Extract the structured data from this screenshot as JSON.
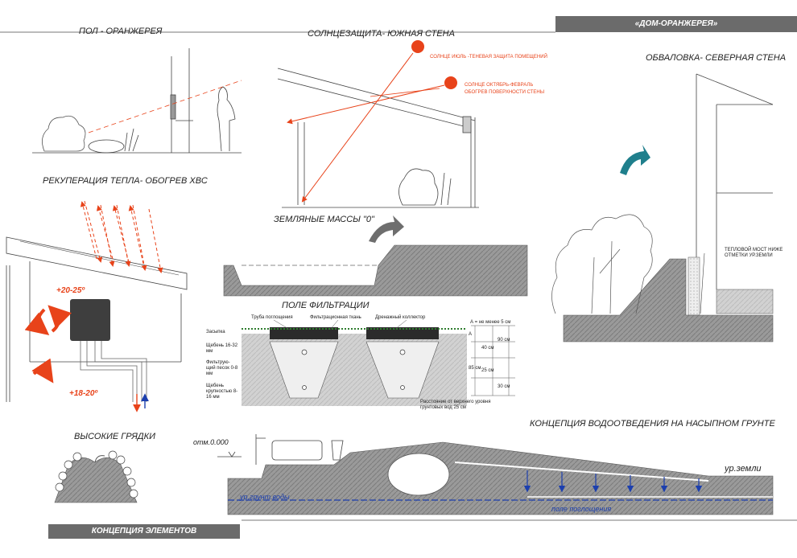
{
  "header": {
    "project_title": "«ДОМ-ОРАНЖЕРЕЯ»"
  },
  "footer": {
    "title": "КОНЦЕПЦИЯ ЭЛЕМЕНТОВ"
  },
  "sections": {
    "floor_greenhouse": "ПОЛ - ОРАНЖЕРЕЯ",
    "sun_protection": "СОЛНЦЕЗАЩИТА- ЮЖНАЯ СТЕНА",
    "berm": "ОБВАЛОВКА- СЕВЕРНАЯ СТЕНА",
    "heat_recovery": "РЕКУПЕРАЦИЯ ТЕПЛА- ОБОГРЕВ ХВС",
    "earth_masses": "ЗЕМЛЯНЫЕ МАССЫ \"0\"",
    "filtration_field": "ПОЛЕ ФИЛЬТРАЦИИ",
    "raised_beds": "ВЫСОКИЕ ГРЯДКИ",
    "drainage_concept": "КОНЦЕПЦИЯ ВОДООТВЕДЕНИЯ НА НАСЫПНОМ ГРУНТЕ"
  },
  "sun": {
    "summer_label": "СОЛНЦЕ  ИЮЛЬ -ТЕНЕВАЯ ЗАЩИТА ПОМЕЩЕНИЙ",
    "winter_label_line1": "СОЛНЦЕ  ОКТЯБРЬ-ФЕВРАЛЬ",
    "winter_label_line2": "ОБОГРЕВ ПОВЕРХНОСТИ СТЕНЫ",
    "color": "#e8431a"
  },
  "berm_note": "ТЕПЛОВОЙ МОСТ НИЖЕ ОТМЕТКИ УР.ЗЕМЛИ",
  "recuperation": {
    "warm_temp": "+20-25º",
    "cold_temp": "+18-20º",
    "hot_color": "#e8431a",
    "cold_color": "#1c3fae"
  },
  "filtration": {
    "absorption_pipe": "Труба поглощения",
    "filter_fabric": "Фильтрационная ткань",
    "drain_collector": "Дренажный коллектор",
    "min_depth": "А = не менее 5 см",
    "backfill": "Засыпка",
    "gravel_large": "Щебень 16-32 мм",
    "filter_sand": "Фильтрую- щий песок 0-8 мм",
    "gravel_small": "Щебень крупностью 8-16 мм",
    "dim_a": "А",
    "dim_40": "40 см",
    "dim_85": "85 см",
    "dim_90": "90 см",
    "dim_25": "25 см",
    "dim_30": "30 см",
    "groundwater_note": "Расстояние от верхнего уровня грунтовых вод 25 см"
  },
  "drainage": {
    "elevation_mark": "отм.0.000",
    "ground_level": "ур.земли",
    "groundwater_level": "ур.грунт.воды",
    "absorption_field": "поле поглощения",
    "water_color": "#1c3fae"
  }
}
